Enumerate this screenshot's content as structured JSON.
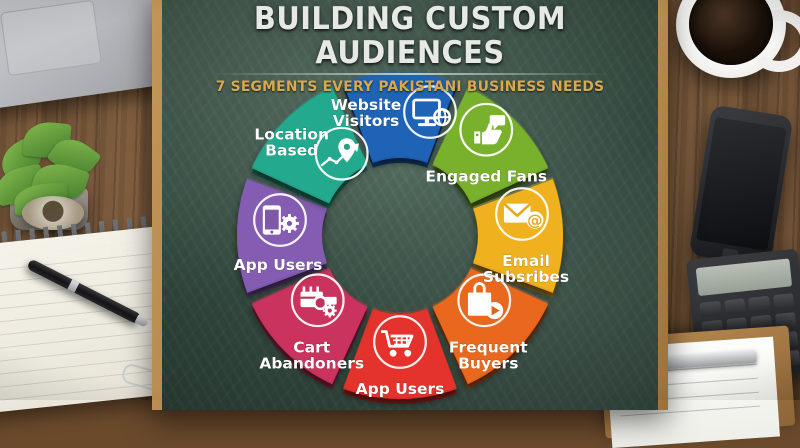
{
  "header": {
    "title": "BUILDING CUSTOM AUDIENCES",
    "subtitle": "7 SEGMENTS EVERY PAKISTANI BUSINESS NEEDS"
  },
  "colors": {
    "title": "#e6e9e4",
    "subtitle": "#d9a94e",
    "board": "#35513f",
    "frame": "#b98b52"
  },
  "chart_data": {
    "type": "pie",
    "title": "BUILDING CUSTOM AUDIENCES",
    "subtitle": "7 SEGMENTS EVERY PAKISTANI BUSINESS NEEDS",
    "variant": "donut",
    "legend": "none",
    "inner_radius_ratio": 0.47,
    "categories": [
      "Website Visitors",
      "Engaged Fans",
      "Email Subsribes",
      "Frequent Buyers",
      "App Users",
      "Cart Abandoners",
      "App Users",
      "Location Based"
    ],
    "values": [
      12.5,
      12.5,
      12.5,
      12.5,
      12.5,
      12.5,
      12.5,
      12.5
    ],
    "colors": [
      "#1d5fad",
      "#74a82b",
      "#e8a81c",
      "#e1641a",
      "#d8302c",
      "#c0305a",
      "#7e59a8",
      "#21a186"
    ],
    "segments": [
      {
        "label": "Website Visitors",
        "label_lines": [
          "Website",
          "Visitors"
        ],
        "color": "#1d5fad",
        "icon": "monitor-globe-icon",
        "start_angle": -22.5,
        "end_angle": 22.5
      },
      {
        "label": "Engaged Fans",
        "label_lines": [
          "Engaged Fans"
        ],
        "color": "#74a82b",
        "icon": "thumbs-up-icon",
        "start_angle": 22.5,
        "end_angle": 67.5
      },
      {
        "label": "Email Subsribes",
        "label_lines": [
          "Email",
          "Subsribes"
        ],
        "color": "#e8a81c",
        "icon": "envelope-at-icon",
        "start_angle": 67.5,
        "end_angle": 112.5
      },
      {
        "label": "Frequent Buyers",
        "label_lines": [
          "Frequent",
          "Buyers"
        ],
        "color": "#e1641a",
        "icon": "shopping-bag-icon",
        "start_angle": 112.5,
        "end_angle": 157.5
      },
      {
        "label": "App Users",
        "label_lines": [
          "App Users"
        ],
        "color": "#d8302c",
        "icon": "shopping-cart-icon",
        "start_angle": 157.5,
        "end_angle": 202.5
      },
      {
        "label": "Cart Abandoners",
        "label_lines": [
          "Cart",
          "Abandoners"
        ],
        "color": "#c0305a",
        "icon": "cart-settings-icon",
        "start_angle": 202.5,
        "end_angle": 247.5
      },
      {
        "label": "App Users",
        "label_lines": [
          "App Users"
        ],
        "color": "#7e59a8",
        "icon": "phone-gear-icon",
        "start_angle": 247.5,
        "end_angle": 292.5
      },
      {
        "label": "Location Based",
        "label_lines": [
          "Location",
          "Based"
        ],
        "color": "#21a186",
        "icon": "map-pin-trend-icon",
        "start_angle": 292.5,
        "end_angle": 337.5
      }
    ]
  },
  "desk": {
    "items": [
      "laptop",
      "potted-plant",
      "spiral-notepad",
      "pen",
      "tape-roll",
      "coffee-cup",
      "smartphone",
      "calculator",
      "clipboard",
      "paperclip"
    ]
  }
}
